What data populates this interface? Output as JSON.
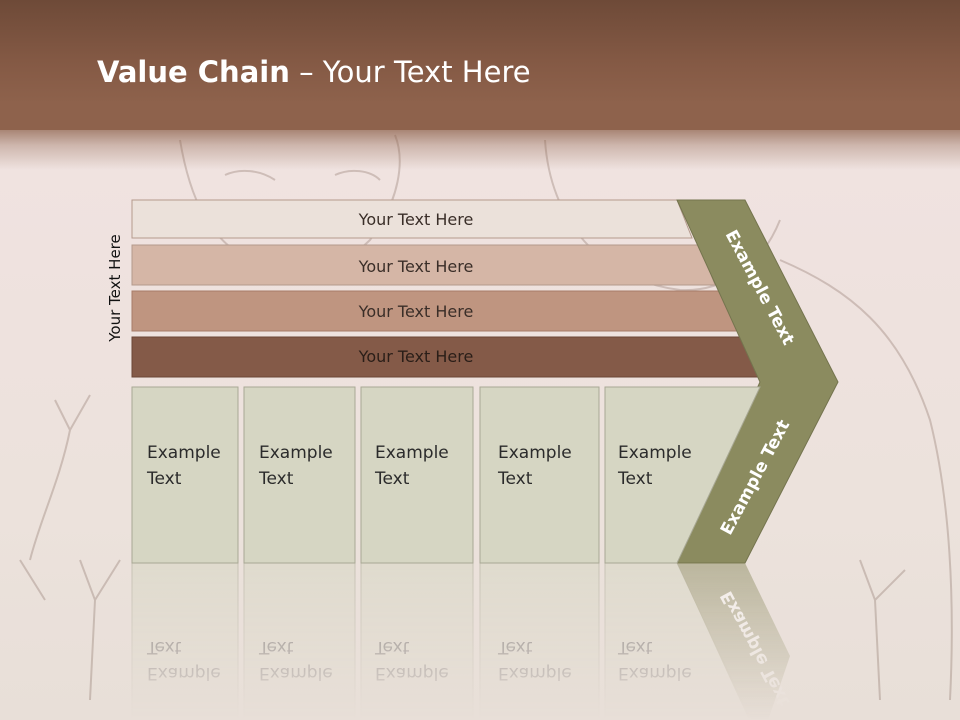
{
  "slide": {
    "title_bold": "Value Chain",
    "title_rest": " – Your Text Here",
    "side_label": "Your Text Here"
  },
  "bars": [
    {
      "label": "Your Text Here",
      "color": "#ebe1da"
    },
    {
      "label": "Your Text Here",
      "color": "#d5b6a6"
    },
    {
      "label": "Your Text Here",
      "color": "#bf9580"
    },
    {
      "label": "Your Text Here",
      "color": "#845a48"
    }
  ],
  "chevron": {
    "upper_label": "Example Text",
    "lower_label": "Example Text",
    "color": "#8b8b5f"
  },
  "boxes": [
    {
      "line1": "Example",
      "line2": "Text"
    },
    {
      "line1": "Example",
      "line2": "Text"
    },
    {
      "line1": "Example",
      "line2": "Text"
    },
    {
      "line1": "Example",
      "line2": "Text"
    },
    {
      "line1": "Example",
      "line2": "Text"
    }
  ],
  "colors": {
    "header": "#855a45",
    "box_fill": "#d6d6c3",
    "box_border": "#a8a894"
  }
}
